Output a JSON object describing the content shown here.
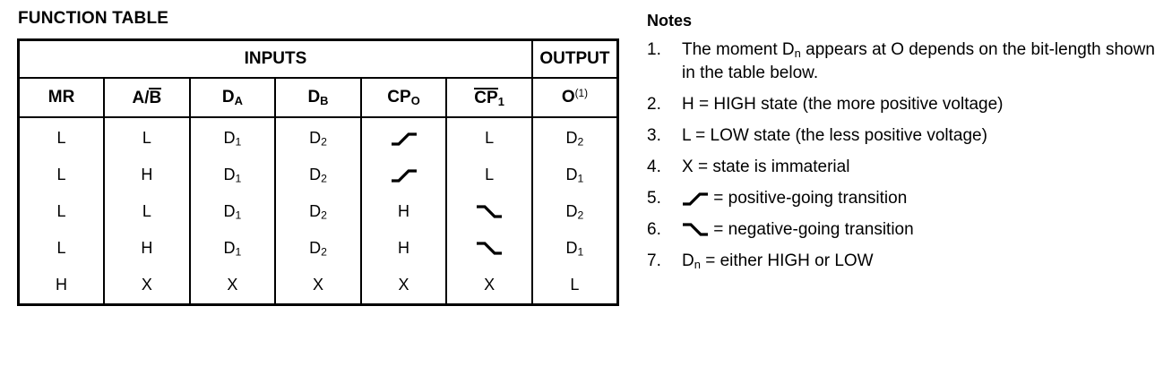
{
  "table": {
    "title": "FUNCTION TABLE",
    "group_headers": [
      {
        "label": "INPUTS",
        "span": 6
      },
      {
        "label": "OUTPUT",
        "span": 1
      }
    ],
    "column_headers": [
      {
        "text": "MR",
        "overline": "",
        "sub": "",
        "sup": ""
      },
      {
        "text": "A/",
        "overline": "B",
        "sub": "",
        "sup": ""
      },
      {
        "text": "D",
        "overline": "",
        "sub": "A",
        "sup": ""
      },
      {
        "text": "D",
        "overline": "",
        "sub": "B",
        "sup": ""
      },
      {
        "text": "CP",
        "overline": "",
        "sub": "O",
        "sup": ""
      },
      {
        "text": "",
        "overline": "CP",
        "sub": "1",
        "sup": ""
      },
      {
        "text": "O",
        "overline": "",
        "sub": "",
        "sup": "(1)"
      }
    ],
    "rows": [
      [
        {
          "text": "L"
        },
        {
          "text": "L"
        },
        {
          "text": "D",
          "sub": "1"
        },
        {
          "text": "D",
          "sub": "2"
        },
        {
          "icon": "positive-going-transition-icon"
        },
        {
          "text": "L"
        },
        {
          "text": "D",
          "sub": "2"
        }
      ],
      [
        {
          "text": "L"
        },
        {
          "text": "H"
        },
        {
          "text": "D",
          "sub": "1"
        },
        {
          "text": "D",
          "sub": "2"
        },
        {
          "icon": "positive-going-transition-icon"
        },
        {
          "text": "L"
        },
        {
          "text": "D",
          "sub": "1"
        }
      ],
      [
        {
          "text": "L"
        },
        {
          "text": "L"
        },
        {
          "text": "D",
          "sub": "1"
        },
        {
          "text": "D",
          "sub": "2"
        },
        {
          "text": "H"
        },
        {
          "icon": "negative-going-transition-icon"
        },
        {
          "text": "D",
          "sub": "2"
        }
      ],
      [
        {
          "text": "L"
        },
        {
          "text": "H"
        },
        {
          "text": "D",
          "sub": "1"
        },
        {
          "text": "D",
          "sub": "2"
        },
        {
          "text": "H"
        },
        {
          "icon": "negative-going-transition-icon"
        },
        {
          "text": "D",
          "sub": "1"
        }
      ],
      [
        {
          "text": "H"
        },
        {
          "text": "X"
        },
        {
          "text": "X"
        },
        {
          "text": "X"
        },
        {
          "text": "X"
        },
        {
          "text": "X"
        },
        {
          "text": "L"
        }
      ]
    ]
  },
  "notes": {
    "heading": "Notes",
    "items": [
      {
        "num": "1.",
        "segments": [
          {
            "type": "text",
            "value": "The moment D"
          },
          {
            "type": "sub",
            "value": "n"
          },
          {
            "type": "text",
            "value": " appears at O depends on the bit-length shown in the table below."
          }
        ]
      },
      {
        "num": "2.",
        "segments": [
          {
            "type": "text",
            "value": "H = HIGH state (the more positive voltage)"
          }
        ]
      },
      {
        "num": "3.",
        "segments": [
          {
            "type": "text",
            "value": "L = LOW state (the less positive voltage)"
          }
        ]
      },
      {
        "num": "4.",
        "segments": [
          {
            "type": "text",
            "value": "X = state is immaterial"
          }
        ]
      },
      {
        "num": "5.",
        "segments": [
          {
            "type": "icon",
            "value": "positive-going-transition-icon"
          },
          {
            "type": "text",
            "value": " = positive-going transition"
          }
        ]
      },
      {
        "num": "6.",
        "segments": [
          {
            "type": "icon",
            "value": "negative-going-transition-icon"
          },
          {
            "type": "text",
            "value": " = negative-going transition"
          }
        ]
      },
      {
        "num": "7.",
        "segments": [
          {
            "type": "text",
            "value": "D"
          },
          {
            "type": "sub",
            "value": "n"
          },
          {
            "type": "text",
            "value": " = either HIGH or LOW"
          }
        ]
      }
    ]
  },
  "colors": {
    "text": "#000000",
    "background": "#ffffff",
    "border": "#000000"
  }
}
